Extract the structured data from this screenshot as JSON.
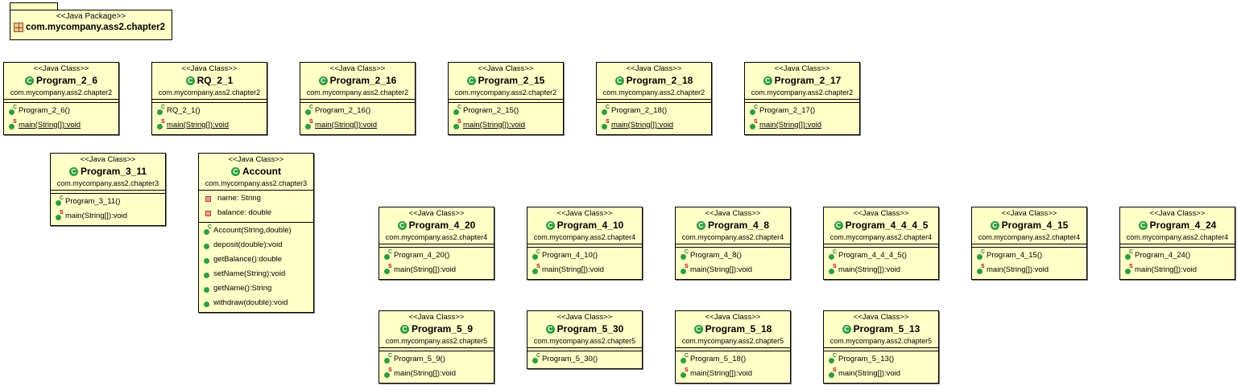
{
  "package": {
    "stereotype": "<<Java Package>>",
    "name": "com.mycompany.ass2.chapter2"
  },
  "classes": [
    {
      "stereotype": "<<Java Class>>",
      "name": "Program_2_6",
      "package": "com.mycompany.ass2.chapter2",
      "fields": [],
      "methods": [
        {
          "text": "Program_2_6()",
          "kind": "constructor"
        },
        {
          "text": "main(String[]):void",
          "kind": "static",
          "underline": true
        }
      ]
    },
    {
      "stereotype": "<<Java Class>>",
      "name": "RQ_2_1",
      "package": "com.mycompany.ass2.chapter2",
      "fields": [],
      "methods": [
        {
          "text": "RQ_2_1()",
          "kind": "constructor"
        },
        {
          "text": "main(String[]):void",
          "kind": "static",
          "underline": true
        }
      ]
    },
    {
      "stereotype": "<<Java Class>>",
      "name": "Program_2_16",
      "package": "com.mycompany.ass2.chapter2",
      "fields": [],
      "methods": [
        {
          "text": "Program_2_16()",
          "kind": "constructor"
        },
        {
          "text": "main(String[]):void",
          "kind": "static",
          "underline": true
        }
      ]
    },
    {
      "stereotype": "<<Java Class>>",
      "name": "Program_2_15",
      "package": "com.mycompany.ass2.chapter2",
      "fields": [],
      "methods": [
        {
          "text": "Program_2_15()",
          "kind": "constructor"
        },
        {
          "text": "main(String[]):void",
          "kind": "static",
          "underline": true
        }
      ]
    },
    {
      "stereotype": "<<Java Class>>",
      "name": "Program_2_18",
      "package": "com.mycompany.ass2.chapter2",
      "fields": [],
      "methods": [
        {
          "text": "Program_2_18()",
          "kind": "constructor"
        },
        {
          "text": "main(String[]):void",
          "kind": "static",
          "underline": true
        }
      ]
    },
    {
      "stereotype": "<<Java Class>>",
      "name": "Program_2_17",
      "package": "com.mycompany.ass2.chapter2",
      "fields": [],
      "methods": [
        {
          "text": "Program_2_17()",
          "kind": "constructor"
        },
        {
          "text": "main(String[]):void",
          "kind": "static",
          "underline": true
        }
      ]
    },
    {
      "stereotype": "<<Java Class>>",
      "name": "Program_3_11",
      "package": "com.mycompany.ass2.chapter3",
      "fields": [],
      "methods": [
        {
          "text": "Program_3_11()",
          "kind": "constructor"
        },
        {
          "text": "main(String[]):void",
          "kind": "static"
        }
      ]
    },
    {
      "stereotype": "<<Java Class>>",
      "name": "Account",
      "package": "com.mycompany.ass2.chapter3",
      "fields": [
        {
          "text": "name: String"
        },
        {
          "text": "balance: double"
        }
      ],
      "methods": [
        {
          "text": "Account(String,double)",
          "kind": "constructor"
        },
        {
          "text": "deposit(double):void",
          "kind": "public"
        },
        {
          "text": "getBalance():double",
          "kind": "public"
        },
        {
          "text": "setName(String):void",
          "kind": "public"
        },
        {
          "text": "getName():String",
          "kind": "public"
        },
        {
          "text": "withdraw(double):void",
          "kind": "public"
        }
      ]
    },
    {
      "stereotype": "<<Java Class>>",
      "name": "Program_4_20",
      "package": "com.mycompany.ass2.chapter4",
      "fields": [],
      "methods": [
        {
          "text": "Program_4_20()",
          "kind": "constructor"
        },
        {
          "text": "main(String[]):void",
          "kind": "static"
        }
      ]
    },
    {
      "stereotype": "<<Java Class>>",
      "name": "Program_4_10",
      "package": "com.mycompany.ass2.chapter4",
      "fields": [],
      "methods": [
        {
          "text": "Program_4_10()",
          "kind": "constructor"
        },
        {
          "text": "main(String[]):void",
          "kind": "static"
        }
      ]
    },
    {
      "stereotype": "<<Java Class>>",
      "name": "Program_4_8",
      "package": "com.mycompany.ass2.chapter4",
      "fields": [],
      "methods": [
        {
          "text": "Program_4_8()",
          "kind": "constructor"
        },
        {
          "text": "main(String[]):void",
          "kind": "static"
        }
      ]
    },
    {
      "stereotype": "<<Java Class>>",
      "name": "Program_4_4_4_5",
      "package": "com.mycompany.ass2.chapter4",
      "fields": [],
      "methods": [
        {
          "text": "Program_4_4_4_5()",
          "kind": "constructor"
        },
        {
          "text": "main(String[]):void",
          "kind": "static"
        }
      ]
    },
    {
      "stereotype": "<<Java Class>>",
      "name": "Program_4_15",
      "package": "com.mycompany.ass2.chapter4",
      "fields": [],
      "methods": [
        {
          "text": "Program_4_15()",
          "kind": "constructor"
        },
        {
          "text": "main(String[]):void",
          "kind": "static"
        }
      ]
    },
    {
      "stereotype": "<<Java Class>>",
      "name": "Program_4_24",
      "package": "com.mycompany.ass2.chapter4",
      "fields": [],
      "methods": [
        {
          "text": "Program_4_24()",
          "kind": "constructor"
        },
        {
          "text": "main(String[]):void",
          "kind": "static"
        }
      ]
    },
    {
      "stereotype": "<<Java Class>>",
      "name": "Program_5_9",
      "package": "com.mycompany.ass2.chapter5",
      "fields": [],
      "methods": [
        {
          "text": "Program_5_9()",
          "kind": "constructor"
        },
        {
          "text": "main(String[]):void",
          "kind": "static"
        }
      ]
    },
    {
      "stereotype": "<<Java Class>>",
      "name": "Program_5_30",
      "package": "com.mycompany.ass2.chapter5",
      "fields": [],
      "methods": [
        {
          "text": "Program_5_30()",
          "kind": "constructor"
        }
      ]
    },
    {
      "stereotype": "<<Java Class>>",
      "name": "Program_5_18",
      "package": "com.mycompany.ass2.chapter5",
      "fields": [],
      "methods": [
        {
          "text": "Program_5_18()",
          "kind": "constructor"
        },
        {
          "text": "main(String[]):void",
          "kind": "static"
        }
      ]
    },
    {
      "stereotype": "<<Java Class>>",
      "name": "Program_5_13",
      "package": "com.mycompany.ass2.chapter5",
      "fields": [],
      "methods": [
        {
          "text": "Program_5_13()",
          "kind": "constructor"
        },
        {
          "text": "main(String[]):void",
          "kind": "static"
        }
      ]
    }
  ]
}
